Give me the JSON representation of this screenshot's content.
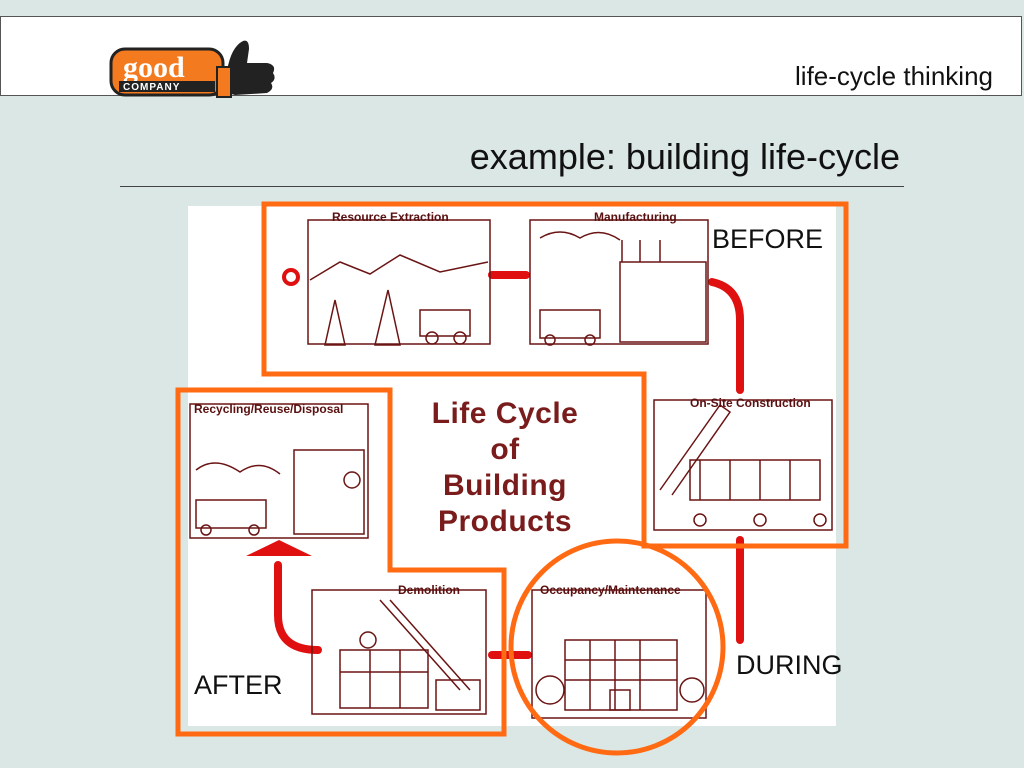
{
  "header": {
    "logo_word_top": "good",
    "logo_word_bottom": "COMPANY",
    "title": "life-cycle thinking"
  },
  "slide": {
    "title": "example:  building life-cycle"
  },
  "diagram": {
    "center_title_lines": [
      "Life Cycle",
      "of",
      "Building",
      "Products"
    ],
    "stages": {
      "resource_extraction": "Resource Extraction",
      "manufacturing": "Manufacturing",
      "on_site_construction": "On-Site Construction",
      "occupancy_maintenance": "Occupancy/Maintenance",
      "demolition": "Demolition",
      "recycling": "Recycling/Reuse/Disposal"
    },
    "phase_labels": {
      "before": "BEFORE",
      "during": "DURING",
      "after": "AFTER"
    },
    "colors": {
      "highlight": "#ff6a13",
      "flow_arrow": "#e01010",
      "sketch_ink": "#6b1414",
      "logo_orange": "#f47a1f"
    }
  }
}
